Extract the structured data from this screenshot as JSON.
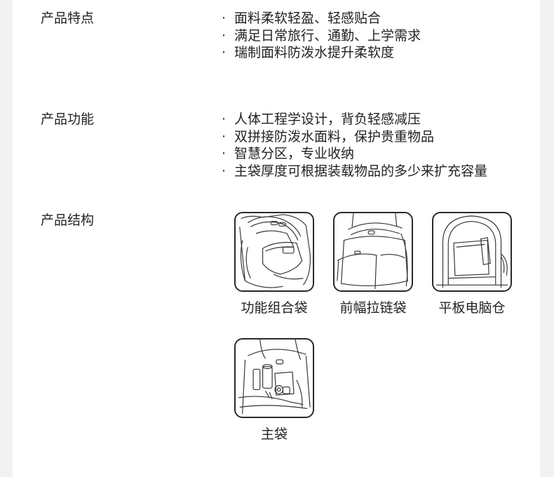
{
  "sections": {
    "features": {
      "title": "产品特点",
      "items": [
        "面料柔软轻盈、轻感贴合",
        "满足日常旅行、通勤、上学需求",
        "瑞制面料防泼水提升柔软度"
      ]
    },
    "functions": {
      "title": "产品功能",
      "items": [
        "人体工程学设计，背负轻感减压",
        "双拼接防泼水面料，保护贵重物品",
        "智慧分区，专业收纳",
        "主袋厚度可根据装载物品的多少来扩充容量"
      ]
    },
    "structure": {
      "title": "产品结构",
      "items": [
        {
          "label": "功能组合袋",
          "icon": "function-pocket-illustration"
        },
        {
          "label": "前幅拉链袋",
          "icon": "front-zipper-pocket-illustration"
        },
        {
          "label": "平板电脑仓",
          "icon": "tablet-compartment-illustration"
        },
        {
          "label": "主袋",
          "icon": "main-compartment-illustration"
        }
      ]
    }
  },
  "bullet_symbol": "·"
}
